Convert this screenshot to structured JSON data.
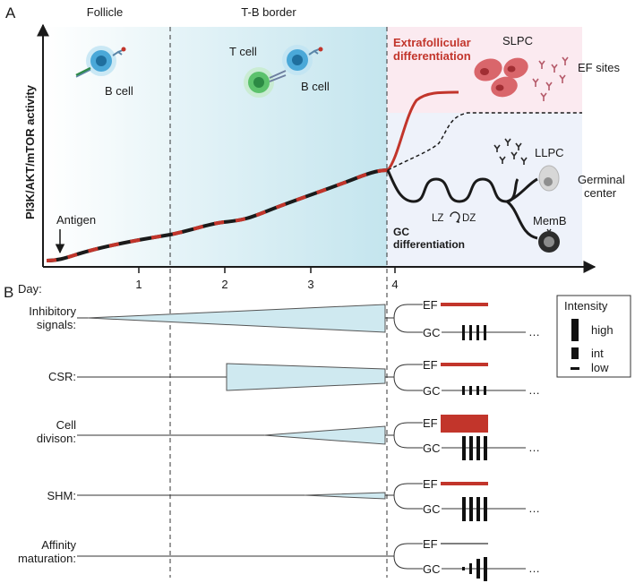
{
  "panels": {
    "a": "A",
    "b": "B"
  },
  "regions": {
    "follicle": "Follicle",
    "tb_border": "T-B border"
  },
  "cells": {
    "b_cell_1": "B cell",
    "t_cell": "T cell",
    "b_cell_2": "B cell",
    "slpc": "SLPC",
    "llpc": "LLPC",
    "memb": "MemB"
  },
  "labels": {
    "y_axis": "PI3K/AKT/mTOR activity",
    "antigen": "Antigen",
    "ef_diff_line1": "Extrafollicular",
    "ef_diff_line2": "differentiation",
    "ef_sites": "EF sites",
    "germinal_line1": "Germinal",
    "germinal_line2": "center",
    "gc_diff_line1": "GC",
    "gc_diff_line2": "differentiation",
    "lz": "LZ",
    "dz": "DZ"
  },
  "days": {
    "label": "Day:",
    "ticks": [
      "1",
      "2",
      "3",
      "4"
    ]
  },
  "rows": [
    {
      "line1": "Inhibitory",
      "line2": "signals:"
    },
    {
      "line1": "CSR:",
      "line2": ""
    },
    {
      "line1": "Cell",
      "line2": "divison:"
    },
    {
      "line1": "SHM:",
      "line2": ""
    },
    {
      "line1": "Affinity",
      "line2": "maturation:"
    }
  ],
  "branch": {
    "ef": "EF",
    "gc": "GC",
    "ellipsis": "…"
  },
  "legend": {
    "title": "Intensity",
    "high": "high",
    "int": "int",
    "low": "low"
  },
  "colors": {
    "accent_red": "#c2352b",
    "wedge_fill": "#cfe9f0",
    "tb_band": "#d2ecf3",
    "ef_band": "#fbeaf0",
    "gc_band": "#eef2fa"
  }
}
